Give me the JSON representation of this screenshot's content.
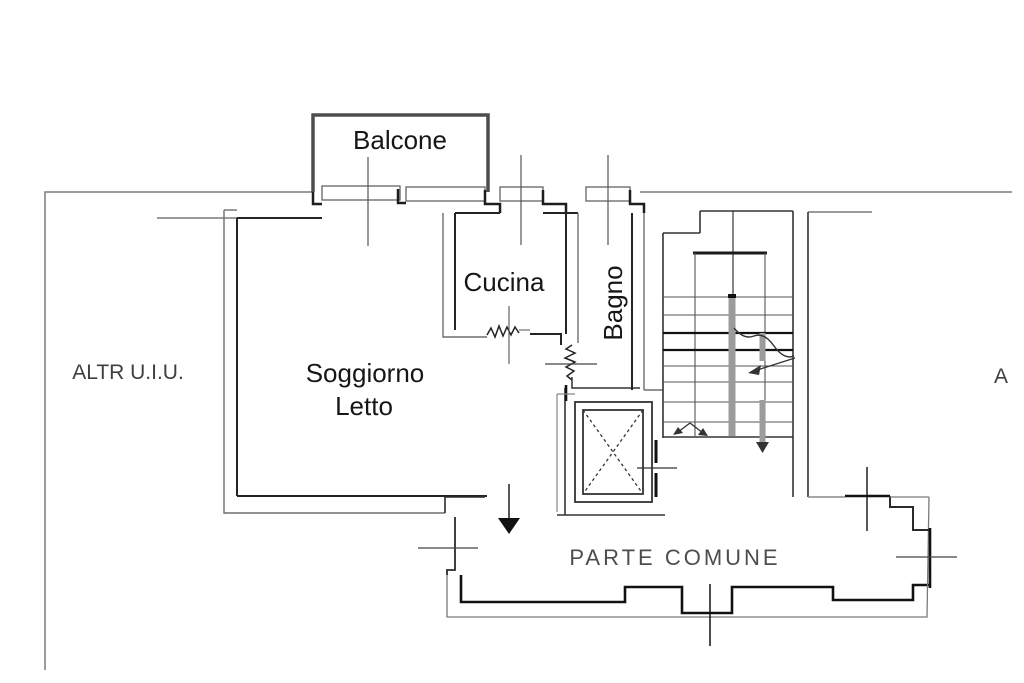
{
  "drawing": {
    "type": "apartment floor plan",
    "labels": {
      "balcone": "Balcone",
      "cucina": "Cucina",
      "bagno": "Bagno",
      "soggiorno_line1": "Soggiorno",
      "soggiorno_line2": "Letto",
      "altr_uiu": "ALTR U.I.U.",
      "parte_comune": "PARTE COMUNE",
      "adjacent_partial": "A"
    },
    "symbols": {
      "elevator": "elevator-x-symbol",
      "stairs": "staircase-symbol",
      "windows": "window-tick-symbol",
      "doors": "door-squiggle-symbol",
      "entrance": "entrance-arrow-symbol"
    },
    "colors": {
      "background": "#ffffff",
      "wall_dark": "#1a1a1a",
      "wall_mid": "#333333",
      "thin_line": "#777777",
      "handrail_gray": "#9c9c9c",
      "label_dark": "#161616",
      "label_gray": "#4d4d4d"
    }
  }
}
